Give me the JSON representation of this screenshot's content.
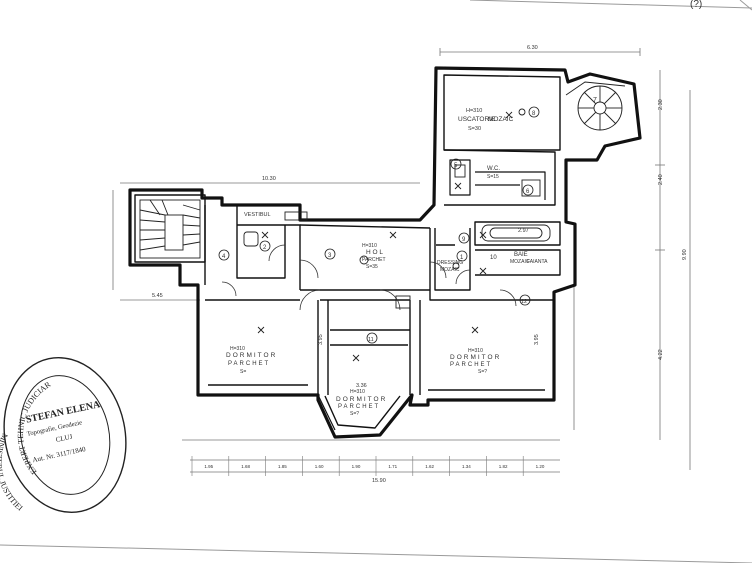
{
  "corner_mark": "(?)",
  "rooms": {
    "storage": {
      "num": "8",
      "h": "H=310",
      "name": "USCATORIE",
      "floor": "MOZAIC",
      "area": "S=30"
    },
    "stairs_right": {
      "num": "7"
    },
    "room5": {
      "num": "5"
    },
    "room6": {
      "num": "6"
    },
    "wc": {
      "name": "W.C.",
      "area": "S=15"
    },
    "room10": {
      "num": "10"
    },
    "bath_right": {
      "name": "BAIE",
      "floor": "MOZAIC",
      "extra": "FAIANTA"
    },
    "room9": {
      "num": "9"
    },
    "stairs_left": {
      "num": "4"
    },
    "vestibul": {
      "name": "VESTIBUL",
      "num": "2"
    },
    "wc_left": {
      "num": "3"
    },
    "hol": {
      "num": "1",
      "h": "H=310",
      "name": "H O L",
      "floor": "PARCHET",
      "area": "S=35"
    },
    "dressing": {
      "name": "DRESSING",
      "floor": "MOZAIC"
    },
    "bedroom_left": {
      "h": "H=310",
      "name": "DORMITOR",
      "floor": "PARCHET",
      "area": "S="
    },
    "bedroom_right": {
      "h": "H=310",
      "name": "DORMITOR",
      "floor": "PARCHET",
      "area": "S=?"
    },
    "bedroom_center": {
      "h": "H=310",
      "name": "DORMITOR",
      "floor": "PARCHET",
      "area": "S=?"
    },
    "room11": {
      "num": "11"
    },
    "room12": {
      "num": "12"
    }
  },
  "dimensions": {
    "top_total": "6.30",
    "upper_right_a": "2.30",
    "upper_right_b": "2.40",
    "right_total": "9.90",
    "right_lower": "4.22",
    "left_mid_width": "10.30",
    "left_side": "5.45",
    "bottom_total": "15.90",
    "center_width": "3.36",
    "center_depth": "3.95",
    "right_depth": "3.95",
    "bath_width": "2.97",
    "bottom_segments": [
      "1.95",
      "1.68",
      "1.85",
      "1.60",
      "1.90",
      "1.71",
      "1.62",
      "1.34",
      "1.82",
      "1.20"
    ]
  },
  "stamp": {
    "ring_top": "EXPERT TEHNIC JUDICIAR",
    "name": "STEFAN ELENA",
    "specialty": "Topografie, Geodezie",
    "city": "CLUJ",
    "authorization": "Aut. Nr. 3117/1840",
    "ring_bottom": "MINISTERUL JUSTITIEI"
  }
}
